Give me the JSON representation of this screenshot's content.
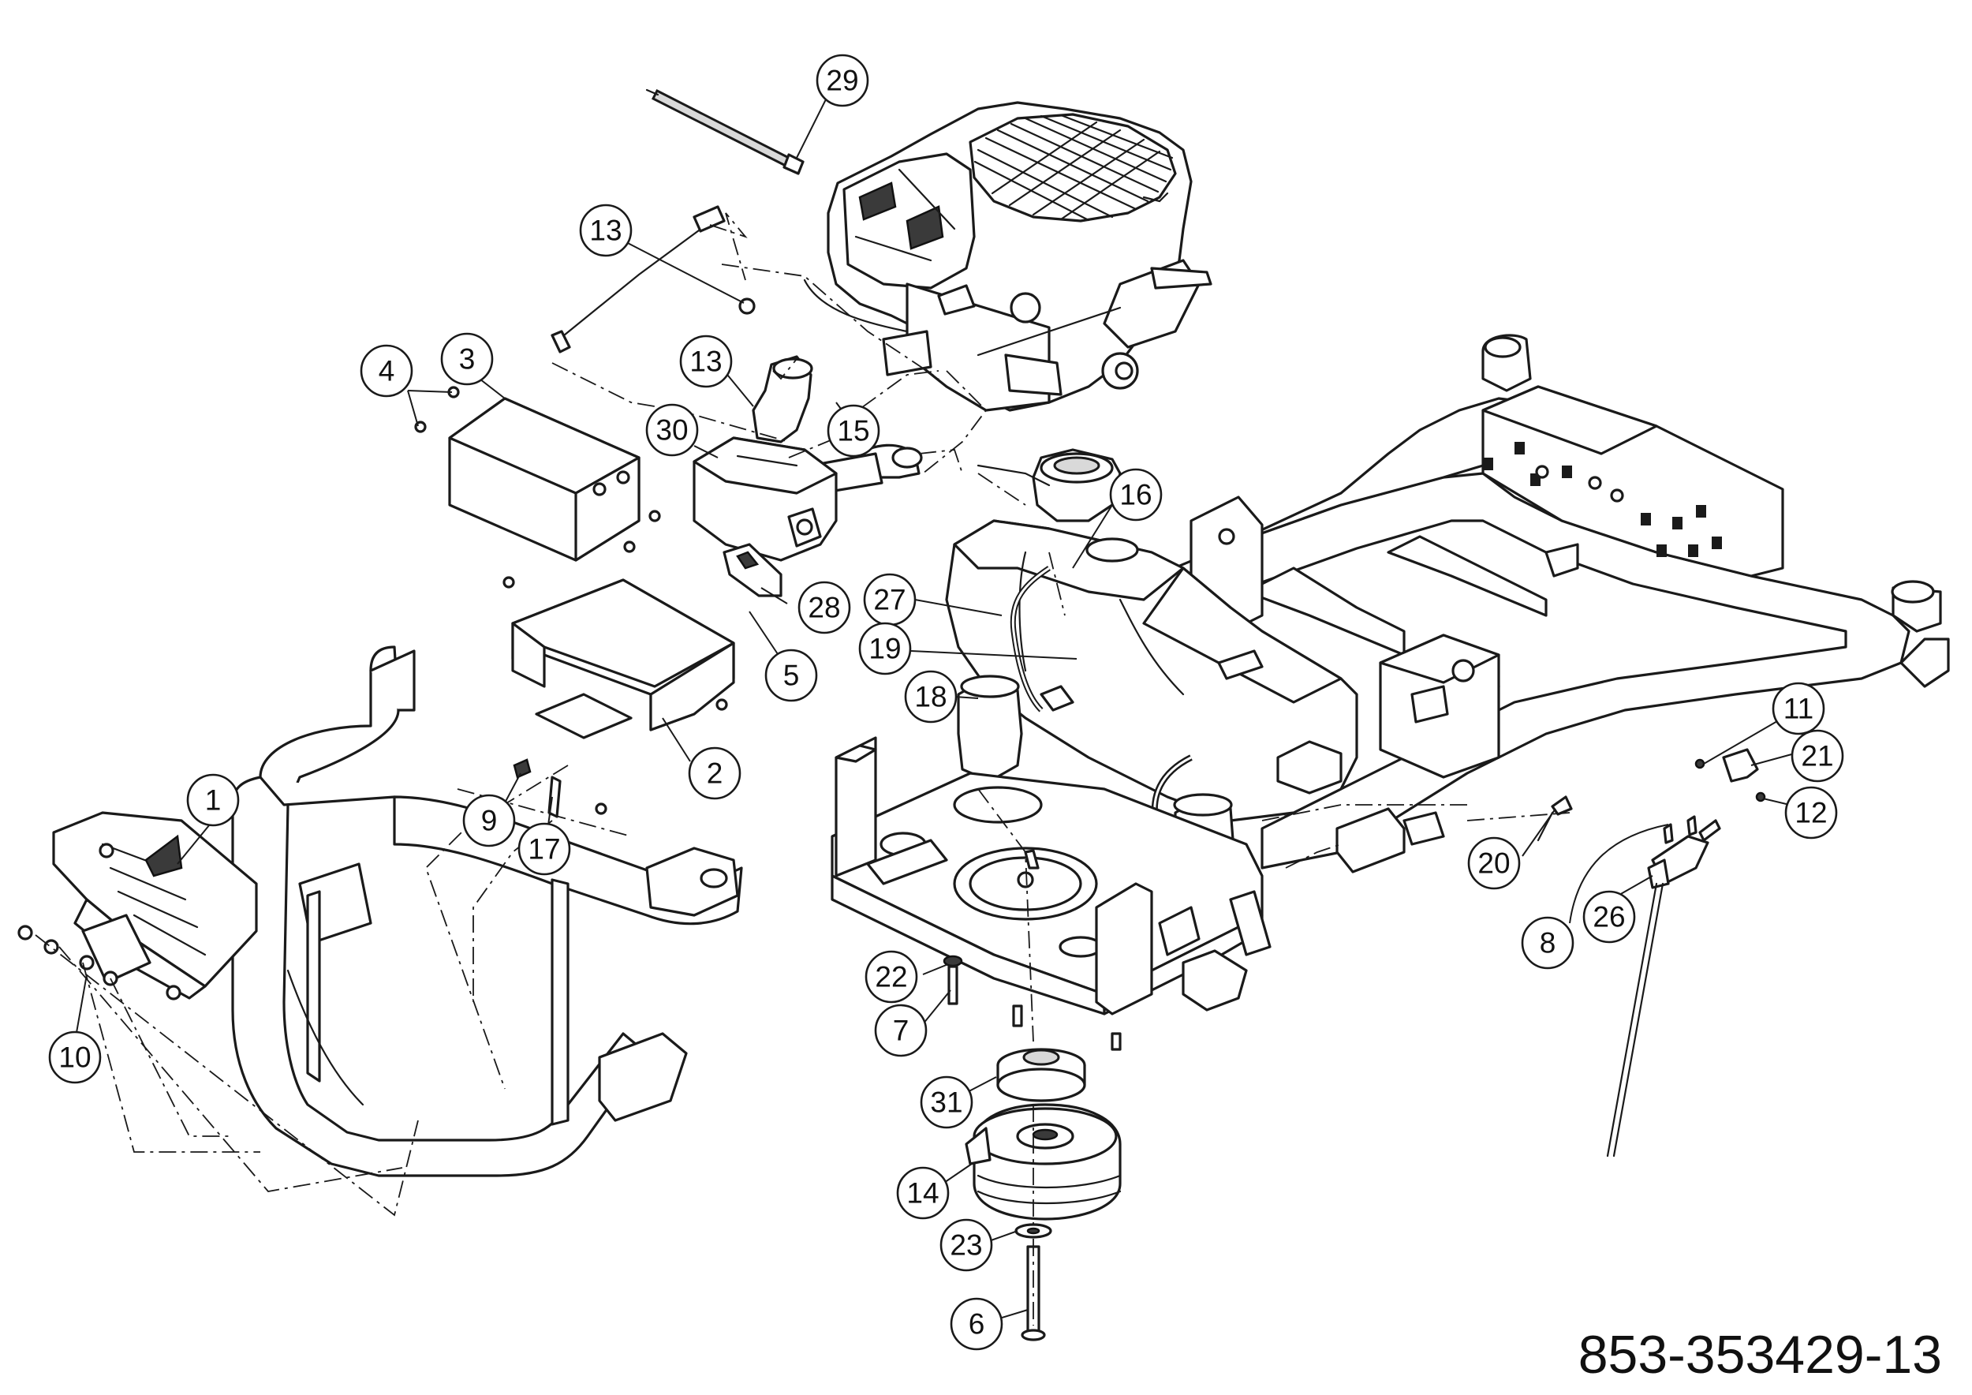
{
  "drawing_number": "853-353429-13",
  "callouts": [
    "29",
    "13",
    "13",
    "4",
    "3",
    "15",
    "30",
    "16",
    "27",
    "28",
    "19",
    "5",
    "18",
    "2",
    "1",
    "9",
    "17",
    "11",
    "21",
    "12",
    "20",
    "8",
    "26",
    "22",
    "7",
    "10",
    "31",
    "14",
    "23",
    "6"
  ]
}
